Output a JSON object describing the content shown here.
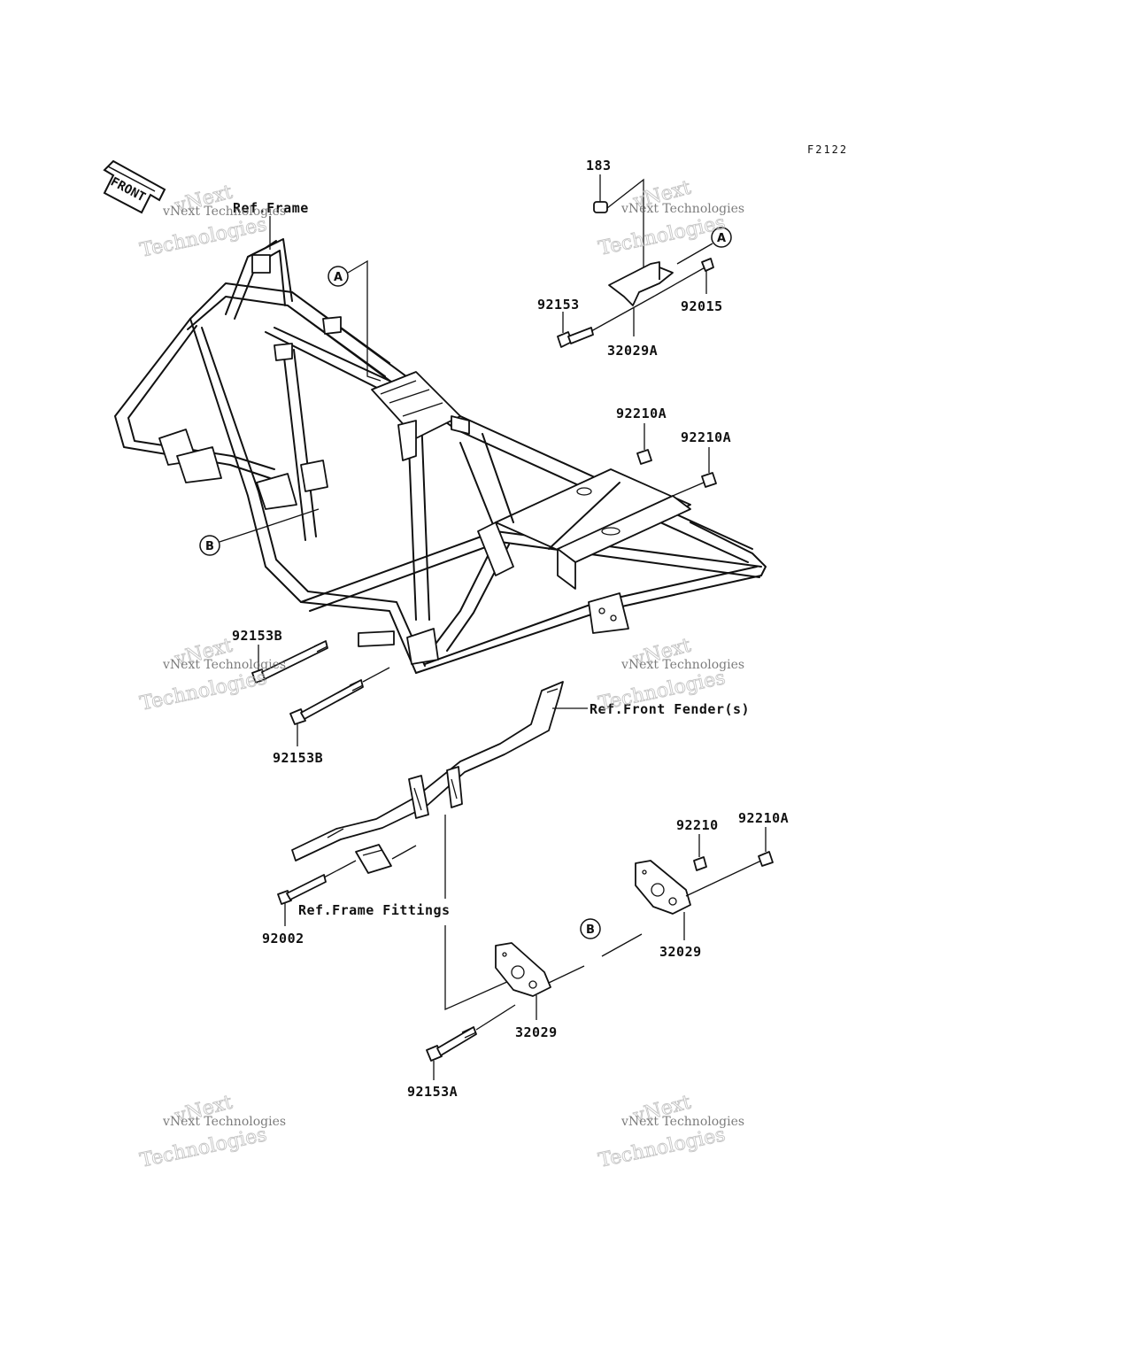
{
  "figure_code": "F2122",
  "front_label": "FRONT",
  "refs": {
    "frame": "Ref.Frame",
    "front_fender": "Ref.Front Fender(s)",
    "frame_fittings": "Ref.Frame Fittings"
  },
  "callouts": {
    "a": "A",
    "b": "B"
  },
  "parts": {
    "p183": "183",
    "p92153": "92153",
    "p32029A": "32029A",
    "p92015": "92015",
    "p92210A_1": "92210A",
    "p92210A_2": "92210A",
    "p92153B_1": "92153B",
    "p92153B_2": "92153B",
    "p92210": "92210",
    "p92210A_3": "92210A",
    "p92002": "92002",
    "p32029_1": "32029",
    "p32029_2": "32029",
    "p92153A": "92153A"
  },
  "watermark": {
    "line1": "vNext",
    "line2": "vNext Technologies",
    "line3": "Technologies"
  }
}
